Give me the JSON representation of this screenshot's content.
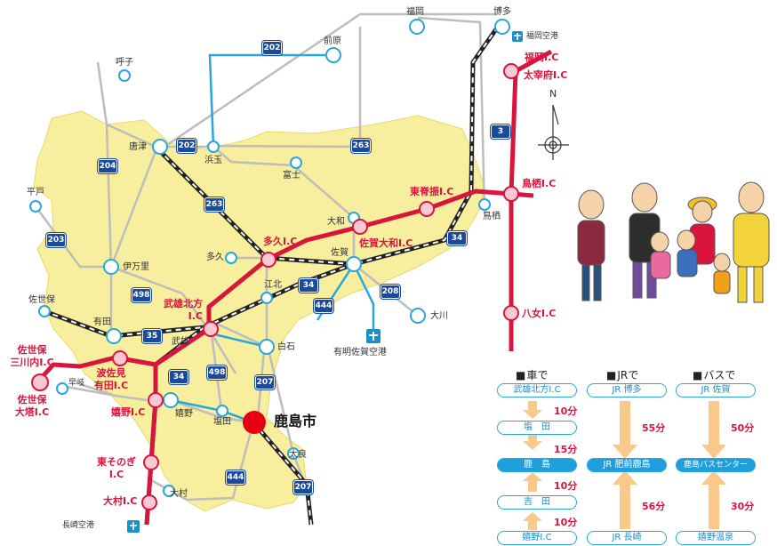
{
  "map": {
    "city_name": "鹿島市",
    "airport_ariake": "有明佐賀空港",
    "airport_fukuoka": "福岡空港",
    "airport_nagasaki": "長崎空港",
    "compass": "N",
    "cities": {
      "fukuoka": "福岡",
      "hakata": "博多",
      "maebaru": "前原",
      "yobuko": "呼子",
      "karatsu": "唐津",
      "hamatama": "浜玉",
      "fuji": "富士",
      "hirado": "平戸",
      "imari": "伊万里",
      "taku": "多久",
      "yamato": "大和",
      "saga": "佐賀",
      "tosu": "鳥栖",
      "ookawa": "大川",
      "sasebo": "佐世保",
      "arita": "有田",
      "takeo": "武雄",
      "kouhoku": "江北",
      "shiroishi": "白石",
      "hayaki": "早岐",
      "ureshino": "嬉野",
      "shioda": "塩田",
      "tara": "太良",
      "oomura": "大村"
    },
    "interchanges": {
      "fukuoka_ic": "福岡I.C",
      "dazaifu_ic": "太宰府I.C",
      "tosu_ic": "鳥栖I.C",
      "higashisefuri_ic": "東脊振I.C",
      "taku_ic": "多久I.C",
      "sagayamato_ic": "佐賀大和I.C",
      "yame_ic": "八女I.C",
      "takeokitakata_ic_1": "武雄北方",
      "takeokitakata_ic_2": "I.C",
      "sasebomikawachi_ic_1": "佐世保",
      "sasebomikawachi_ic_2": "三川内I.C",
      "sasebootou_ic_1": "佐世保",
      "sasebootou_ic_2": "大塔I.C",
      "hasamiarita_ic_1": "波佐見",
      "hasamiarita_ic_2": "有田I.C",
      "ureshino_ic": "嬉野I.C",
      "higashisonogi_ic_1": "東そのぎ",
      "higashisonogi_ic_2": "I.C",
      "oomura_ic": "大村I.C"
    },
    "route_numbers": {
      "r202_top": "202",
      "r202_mid": "202",
      "r204": "204",
      "r263_a": "263",
      "r263_b": "263",
      "r203": "203",
      "r3": "3",
      "r34_a": "34",
      "r34_b": "34",
      "r34_c": "34",
      "r498_a": "498",
      "r498_b": "498",
      "r35": "35",
      "r208": "208",
      "r444_a": "444",
      "r444_b": "444",
      "r207_a": "207",
      "r207_b": "207"
    }
  },
  "access": {
    "headers": {
      "car": "車で",
      "jr": "JRで",
      "bus": "バスで"
    },
    "car": {
      "s1": "武雄北方I.C",
      "t1": "10分",
      "s2": "塩　田",
      "t2": "15分",
      "s3": "鹿　島",
      "t3": "10分",
      "s4": "吉　田",
      "t4": "10分",
      "s5": "嬉野I.C"
    },
    "jr": {
      "s1": "JR 博多",
      "t1": "55分",
      "s2": "JR 肥前鹿島",
      "t2": "56分",
      "s3": "JR 長崎"
    },
    "bus": {
      "s1": "JR 佐賀",
      "t1": "50分",
      "s2": "鹿島バスセンター",
      "t2": "30分",
      "s3": "嬉野温泉"
    }
  }
}
